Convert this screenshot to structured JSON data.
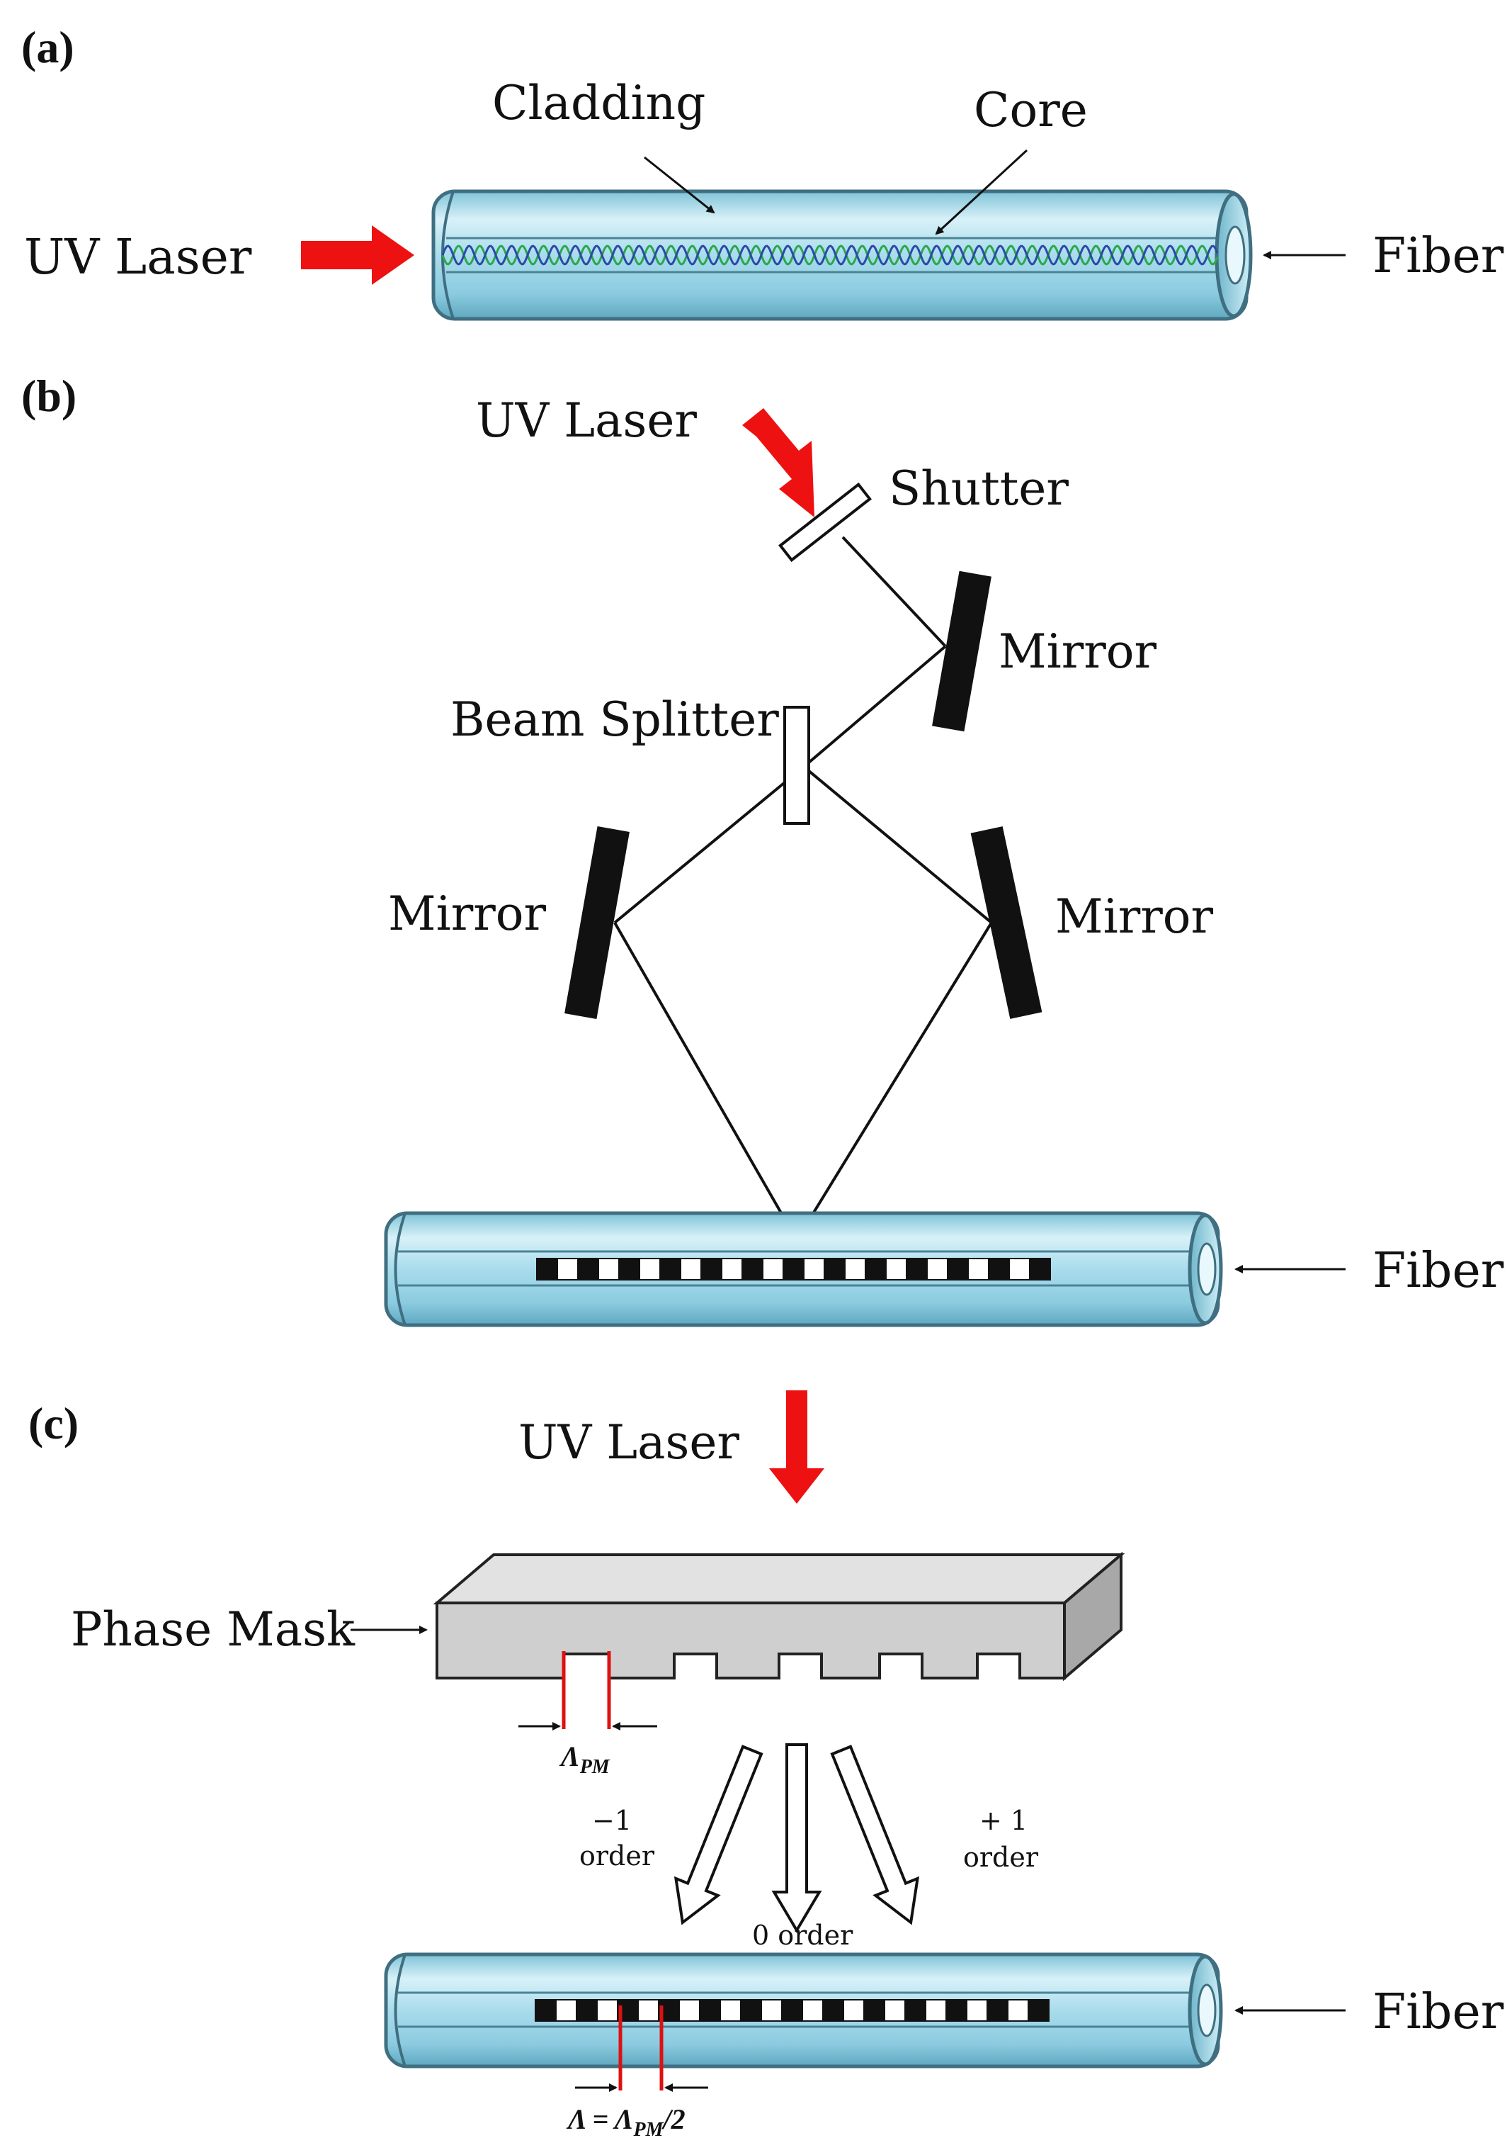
{
  "panels": {
    "a": {
      "label": "(a)",
      "uv_laser": "UV Laser",
      "cladding": "Cladding",
      "core": "Core",
      "fiber": "Fiber"
    },
    "b": {
      "label": "(b)",
      "uv_laser": "UV Laser",
      "shutter": "Shutter",
      "mirror_top": "Mirror",
      "beam_splitter": "Beam Splitter",
      "mirror_left": "Mirror",
      "mirror_right": "Mirror",
      "fiber": "Fiber"
    },
    "c": {
      "label": "(c)",
      "uv_laser": "UV Laser",
      "phase_mask": "Phase Mask",
      "period_pm_symbol": "Λ",
      "period_pm_sub": "PM",
      "minus_one": "−1",
      "plus_one": "+ 1",
      "order": "order",
      "zero_order": "0 order",
      "fiber": "Fiber",
      "grating_period": "Λ = Λ",
      "grating_period_sub": "PM",
      "grating_period_tail": "/2"
    }
  },
  "colors": {
    "laser_arrow": "#ee1111",
    "fiber_body": "#a9dcec",
    "fiber_edge": "#3f6f80",
    "core_wave_green": "#2aa84a",
    "core_wave_blue": "#2b4aa8",
    "mask_face": "#cfcfcf",
    "mask_top": "#e2e2e2",
    "mask_side": "#a8a8a8",
    "period_marker": "#dd1111"
  }
}
